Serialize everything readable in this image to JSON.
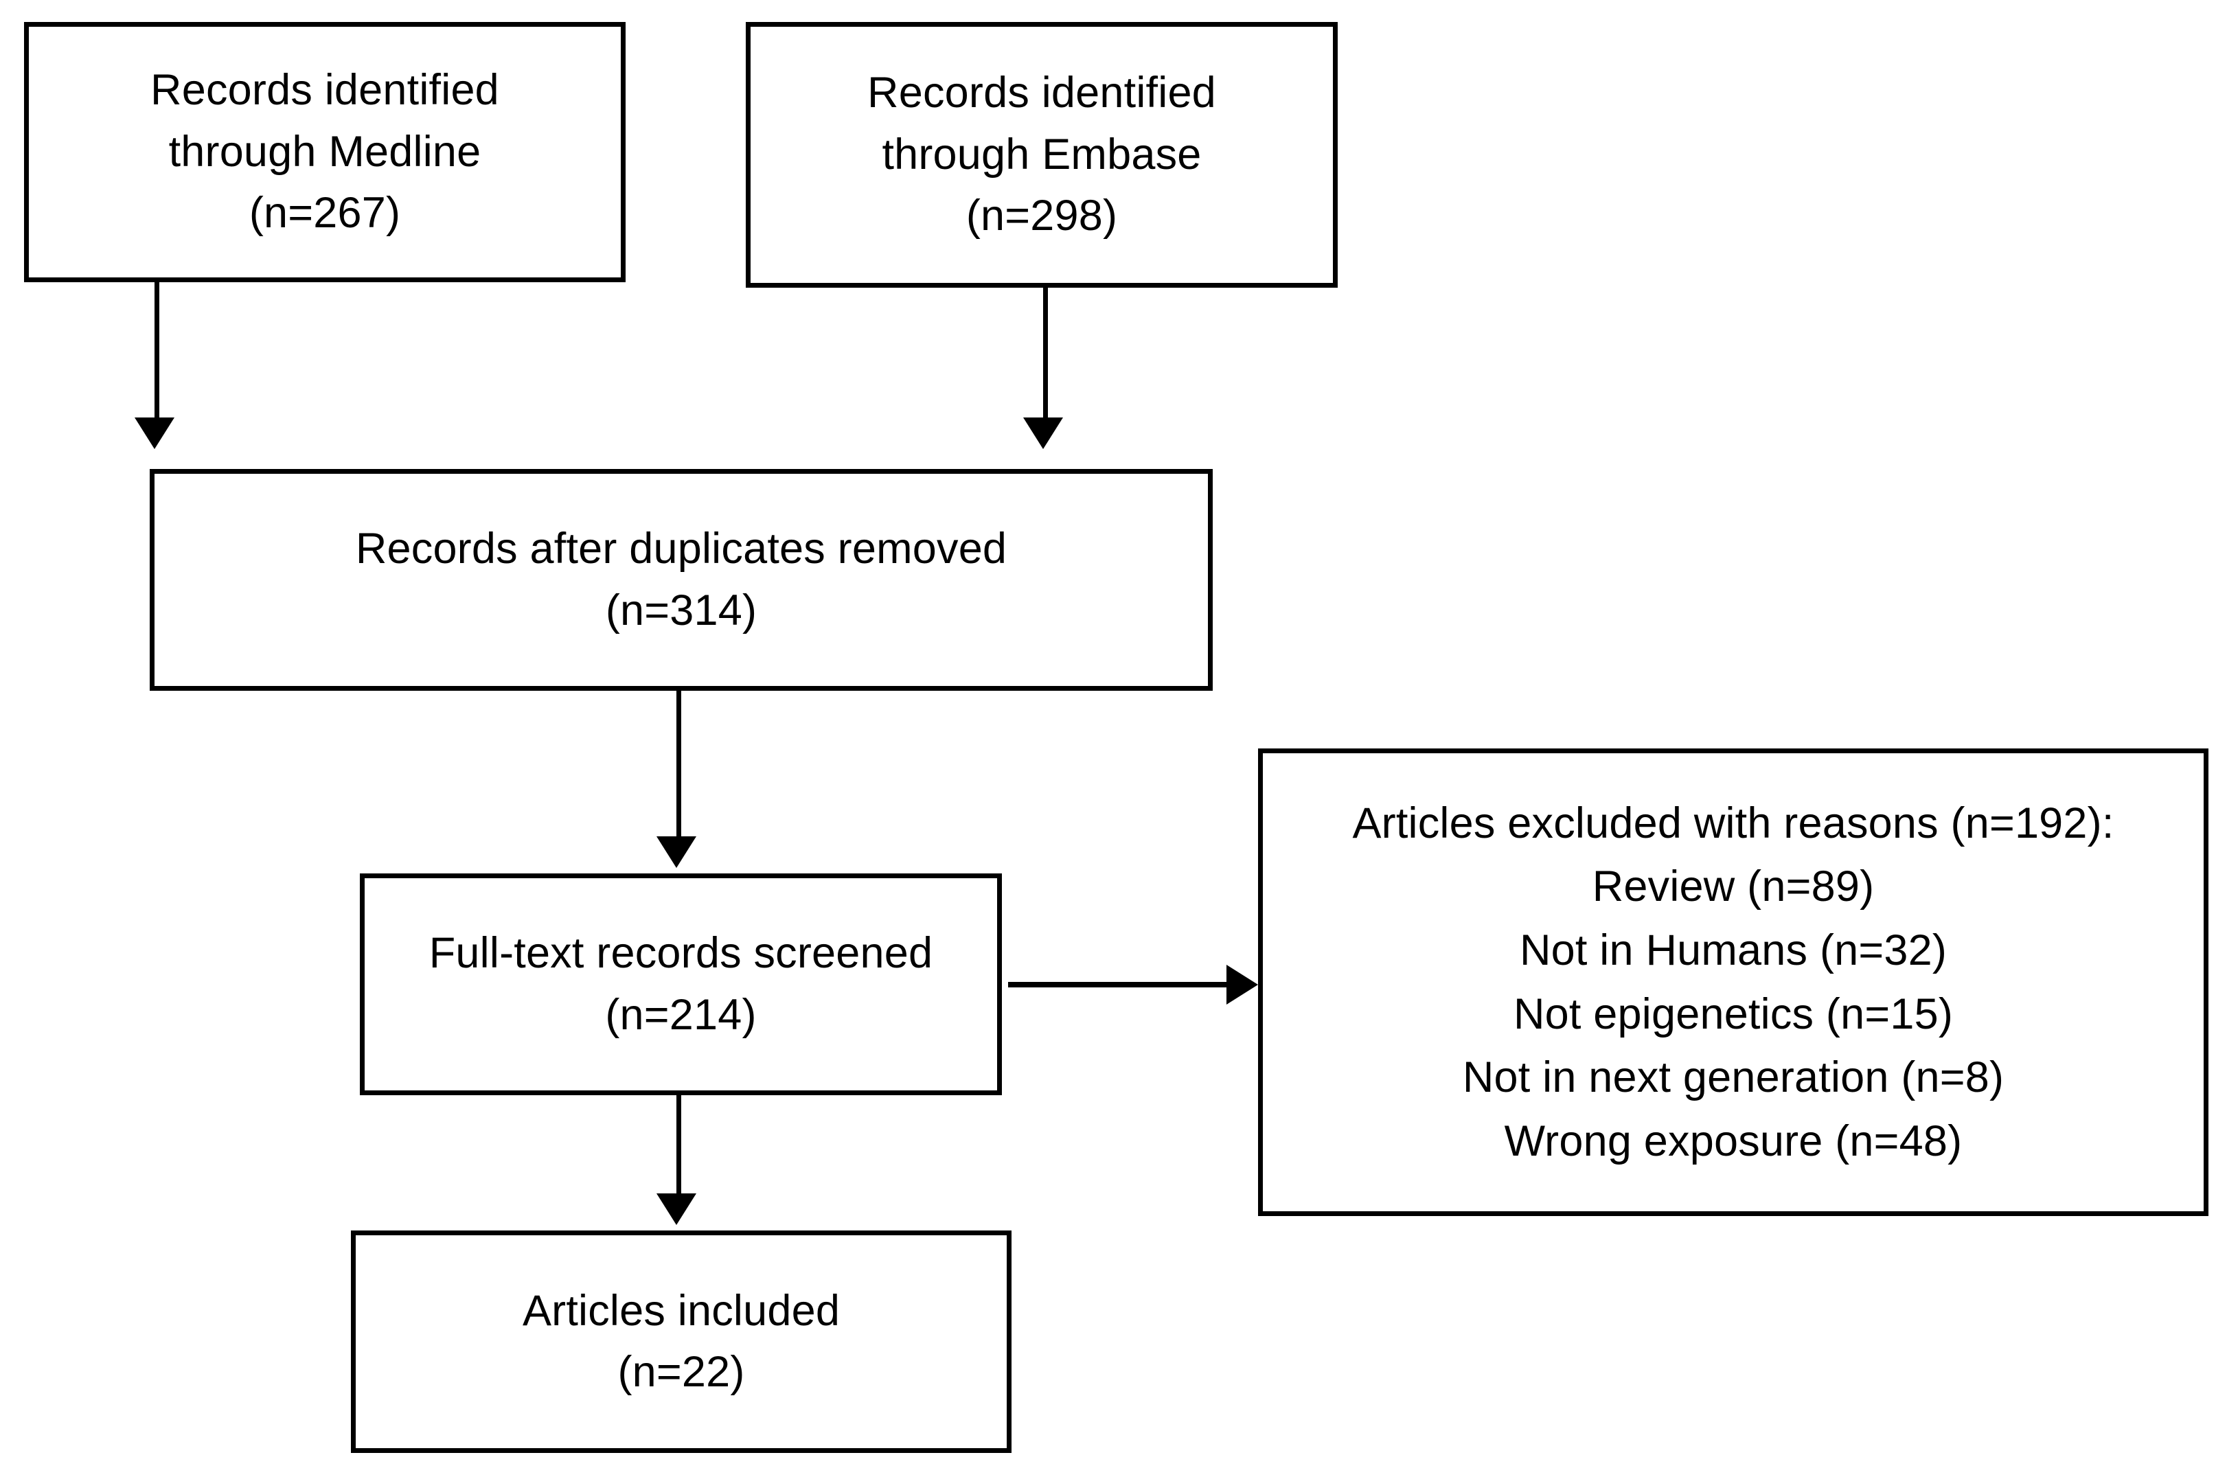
{
  "diagram": {
    "title": "PRISMA study selection flow diagram",
    "colors": {
      "stroke": "#000000",
      "fill": "#ffffff",
      "text": "#000000"
    },
    "nodes": [
      {
        "id": "medline",
        "name": "records-identified-medline",
        "text": "Records identified\nthrough Medline\n(n=267)",
        "count": 267
      },
      {
        "id": "embase",
        "name": "records-identified-embase",
        "text": "Records identified\nthrough Embase\n(n=298)",
        "count": 298
      },
      {
        "id": "duplicates",
        "name": "records-after-duplicates-removed",
        "text": "Records after duplicates removed\n(n=314)",
        "count": 314
      },
      {
        "id": "fulltext",
        "name": "full-text-records-screened",
        "text": "Full-text records screened\n(n=214)",
        "count": 214
      },
      {
        "id": "included",
        "name": "articles-included",
        "text": "Articles included\n(n=22)",
        "count": 22
      },
      {
        "id": "excluded",
        "name": "articles-excluded-with-reasons",
        "text": "Articles excluded with reasons (n=192):\nReview (n=89)\nNot in Humans (n=32)\nNot epigenetics (n=15)\nNot in next generation (n=8)\nWrong exposure (n=48)",
        "count": 192,
        "reasons": [
          {
            "label": "Review",
            "count": 89
          },
          {
            "label": "Not in Humans",
            "count": 32
          },
          {
            "label": "Not epigenetics",
            "count": 15
          },
          {
            "label": "Not in next generation",
            "count": 8
          },
          {
            "label": "Wrong exposure",
            "count": 48
          }
        ]
      }
    ],
    "edges": [
      {
        "id": "edge1",
        "from": "medline",
        "to": "duplicates",
        "direction": "down"
      },
      {
        "id": "edge2",
        "from": "embase",
        "to": "duplicates",
        "direction": "down"
      },
      {
        "id": "edge3",
        "from": "duplicates",
        "to": "fulltext",
        "direction": "down"
      },
      {
        "id": "edge4",
        "from": "fulltext",
        "to": "included",
        "direction": "down"
      },
      {
        "id": "edge5",
        "from": "fulltext",
        "to": "excluded",
        "direction": "right"
      }
    ]
  }
}
